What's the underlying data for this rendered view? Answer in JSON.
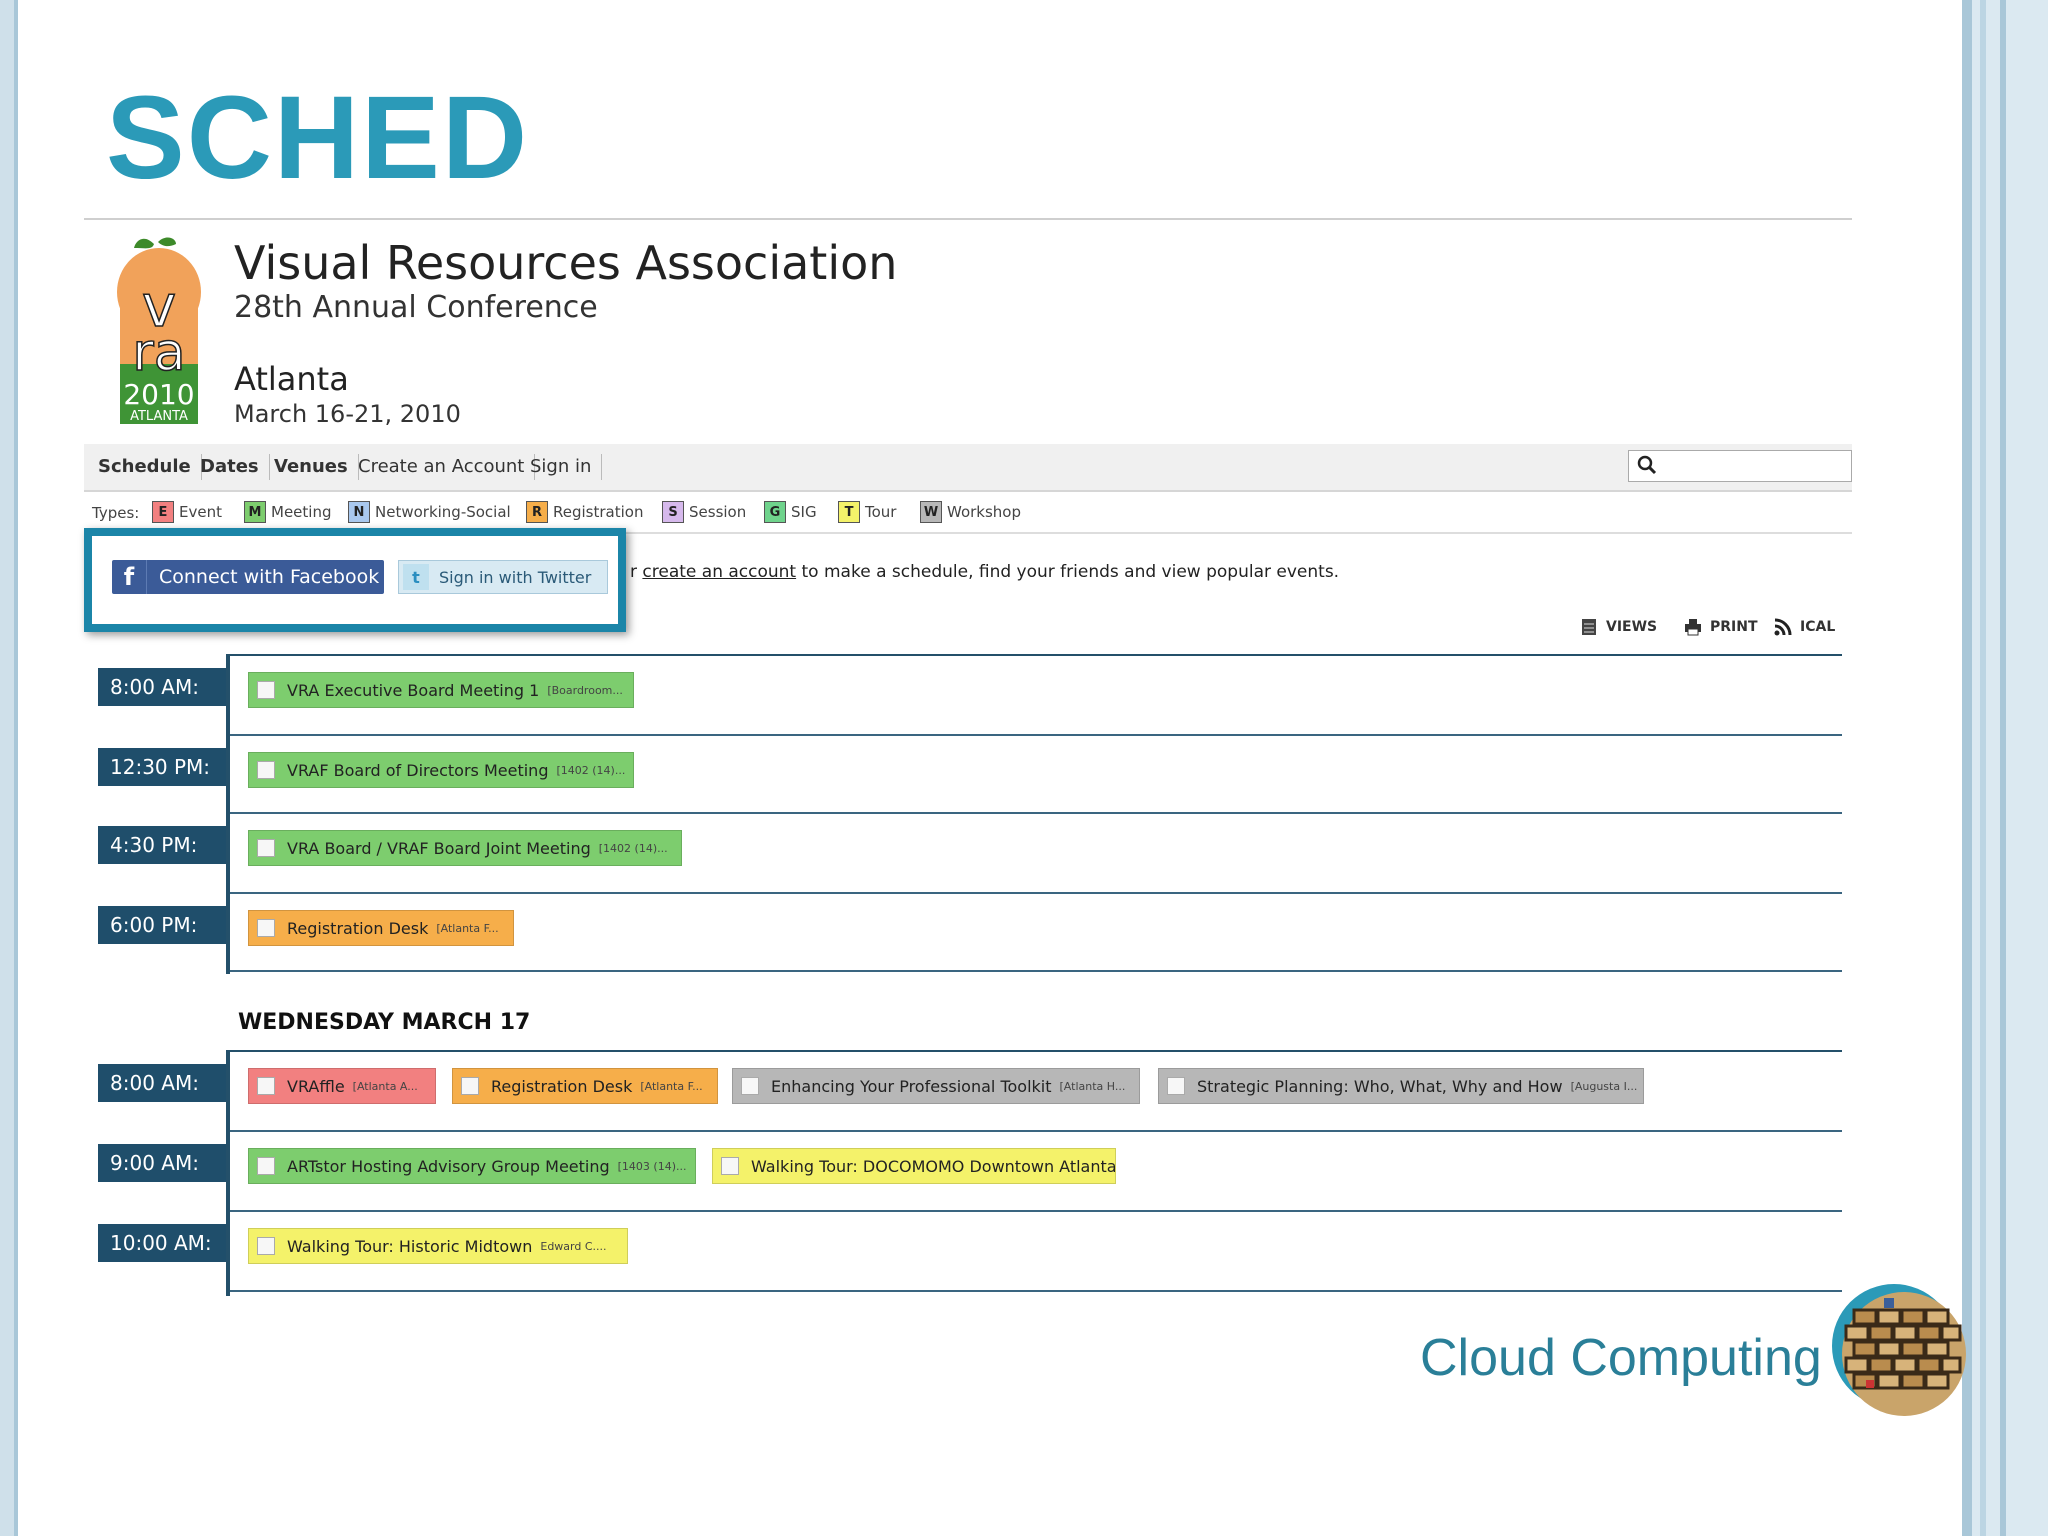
{
  "slide": {
    "title": "SCHED",
    "footer": "Cloud Computing"
  },
  "header": {
    "org_name": "Visual Resources Association",
    "conference": "28th Annual Conference",
    "city": "Atlanta",
    "dates": "March 16-21, 2010",
    "logo_text": "vra 2010 ATLANTA"
  },
  "nav": {
    "items": [
      "Schedule",
      "Dates",
      "Venues",
      "Create an Account",
      "Sign in"
    ],
    "search_placeholder": ""
  },
  "types": {
    "label": "Types:",
    "items": [
      {
        "code": "E",
        "name": "Event",
        "color": "#f28080"
      },
      {
        "code": "M",
        "name": "Meeting",
        "color": "#7dcd6e"
      },
      {
        "code": "N",
        "name": "Networking-Social",
        "color": "#a9c8ee"
      },
      {
        "code": "R",
        "name": "Registration",
        "color": "#f6ae4a"
      },
      {
        "code": "S",
        "name": "Session",
        "color": "#d6b9ec"
      },
      {
        "code": "G",
        "name": "SIG",
        "color": "#6fd38c"
      },
      {
        "code": "T",
        "name": "Tour",
        "color": "#f4f26a"
      },
      {
        "code": "W",
        "name": "Workshop",
        "color": "#b7b7b7"
      }
    ]
  },
  "auth": {
    "facebook": "Connect with Facebook",
    "twitter": "Sign in with Twitter",
    "intro_prefix": "r",
    "intro_link": "create an account",
    "intro_rest": "to make a schedule, find your friends and view popular events."
  },
  "tools": {
    "views": "VIEWS",
    "print": "PRINT",
    "ical": "ICAL"
  },
  "days": [
    {
      "heading": "",
      "slots": [
        {
          "time": "8:00 AM:",
          "events": [
            {
              "title": "VRA Executive Board Meeting 1",
              "venue": "[Boardroom...",
              "type": "green"
            }
          ]
        },
        {
          "time": "12:30 PM:",
          "events": [
            {
              "title": "VRAF Board of Directors Meeting",
              "venue": "[1402 (14)...",
              "type": "green"
            }
          ]
        },
        {
          "time": "4:30 PM:",
          "events": [
            {
              "title": "VRA Board / VRAF Board Joint Meeting",
              "venue": "[1402 (14)...",
              "type": "green"
            }
          ]
        },
        {
          "time": "6:00 PM:",
          "events": [
            {
              "title": "Registration Desk",
              "venue": "[Atlanta F...",
              "type": "orange"
            }
          ]
        }
      ]
    },
    {
      "heading": "WEDNESDAY MARCH 17",
      "slots": [
        {
          "time": "8:00 AM:",
          "events": [
            {
              "title": "VRAffle",
              "venue": "[Atlanta A...",
              "type": "red"
            },
            {
              "title": "Registration Desk",
              "venue": "[Atlanta F...",
              "type": "orange"
            },
            {
              "title": "Enhancing Your Professional Toolkit",
              "venue": "[Atlanta H...",
              "type": "gray"
            },
            {
              "title": "Strategic Planning: Who, What, Why and How",
              "venue": "[Augusta I...",
              "type": "gray"
            }
          ]
        },
        {
          "time": "9:00 AM:",
          "events": [
            {
              "title": "ARTstor Hosting Advisory Group Meeting",
              "venue": "[1403 (14)...",
              "type": "green"
            },
            {
              "title": "Walking Tour: DOCOMOMO Downtown Atlanta",
              "venue": "",
              "type": "yellow"
            }
          ]
        },
        {
          "time": "10:00 AM:",
          "events": [
            {
              "title": "Walking Tour: Historic Midtown",
              "venue": "Edward C....",
              "type": "yellow"
            }
          ]
        }
      ]
    }
  ]
}
